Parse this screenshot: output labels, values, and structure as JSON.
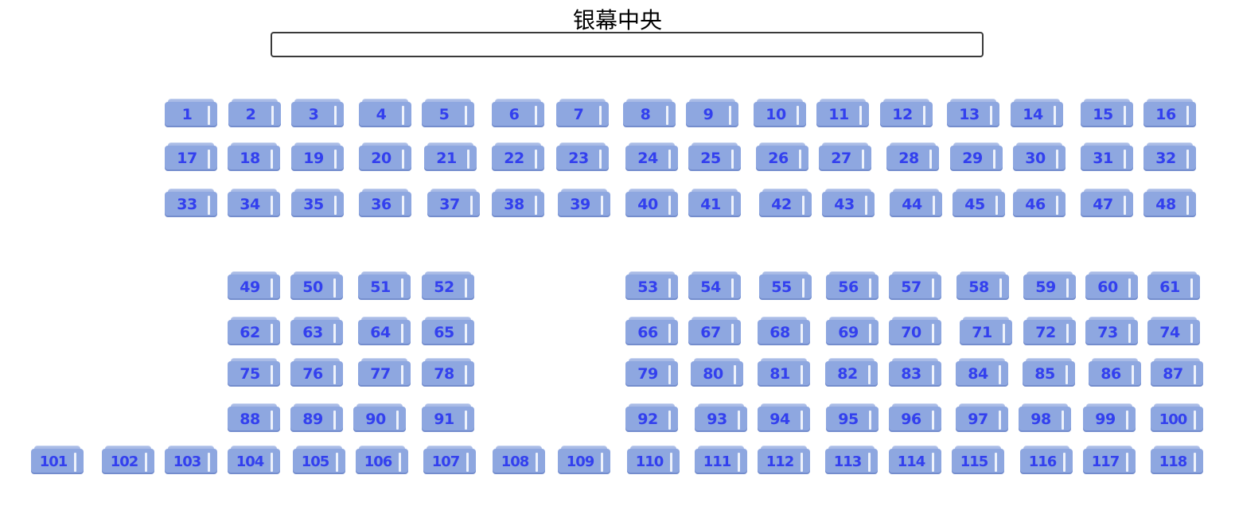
{
  "screen": {
    "label": "银幕中央"
  },
  "colors": {
    "seat_fill": "#8ea7e0",
    "seat_number": "#3340ee",
    "screen_border": "#3a3a3a"
  },
  "seats": [
    "1",
    "2",
    "3",
    "4",
    "5",
    "6",
    "7",
    "8",
    "9",
    "10",
    "11",
    "12",
    "13",
    "14",
    "15",
    "16",
    "17",
    "18",
    "19",
    "20",
    "21",
    "22",
    "23",
    "24",
    "25",
    "26",
    "27",
    "28",
    "29",
    "30",
    "31",
    "32",
    "33",
    "34",
    "35",
    "36",
    "37",
    "38",
    "39",
    "40",
    "41",
    "42",
    "43",
    "44",
    "45",
    "46",
    "47",
    "48",
    "49",
    "50",
    "51",
    "52",
    "53",
    "54",
    "55",
    "56",
    "57",
    "58",
    "59",
    "60",
    "61",
    "62",
    "63",
    "64",
    "65",
    "66",
    "67",
    "68",
    "69",
    "70",
    "71",
    "72",
    "73",
    "74",
    "75",
    "76",
    "77",
    "78",
    "79",
    "80",
    "81",
    "82",
    "83",
    "84",
    "85",
    "86",
    "87",
    "88",
    "89",
    "90",
    "91",
    "92",
    "93",
    "94",
    "95",
    "96",
    "97",
    "98",
    "99",
    "100",
    "101",
    "102",
    "103",
    "104",
    "105",
    "106",
    "107",
    "108",
    "109",
    "110",
    "111",
    "112",
    "113",
    "114",
    "115",
    "116",
    "117",
    "118"
  ]
}
